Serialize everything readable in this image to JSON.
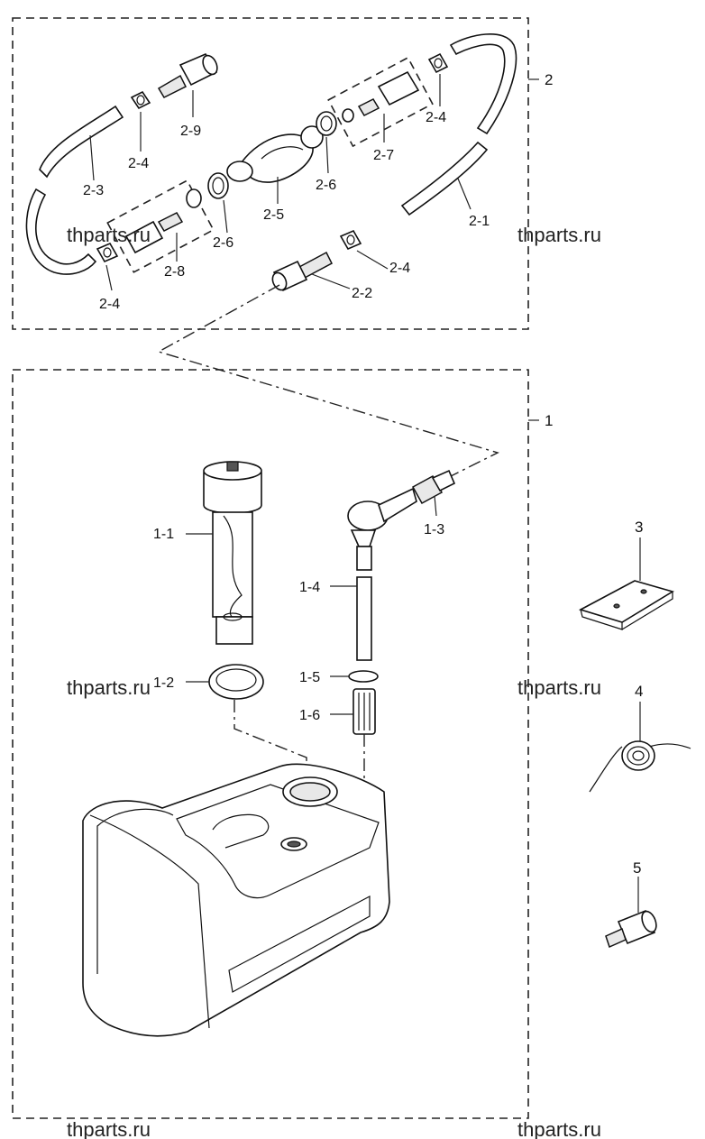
{
  "watermark": "thparts.ru",
  "group_labels": {
    "hose_group": "2",
    "tank_group": "1"
  },
  "labels": {
    "l2_9": "2-9",
    "l2_4a": "2-4",
    "l2_3": "2-3",
    "l2_8": "2-8",
    "l2_4b": "2-4",
    "l2_6a": "2-6",
    "l2_5": "2-5",
    "l2_6b": "2-6",
    "l2_7": "2-7",
    "l2_4c": "2-4",
    "l2_1": "2-1",
    "l2_4d": "2-4",
    "l2_2": "2-2",
    "l1_1": "1-1",
    "l1_2": "1-2",
    "l1_3": "1-3",
    "l1_4": "1-4",
    "l1_5": "1-5",
    "l1_6": "1-6",
    "l3": "3",
    "l4": "4",
    "l5": "5"
  }
}
